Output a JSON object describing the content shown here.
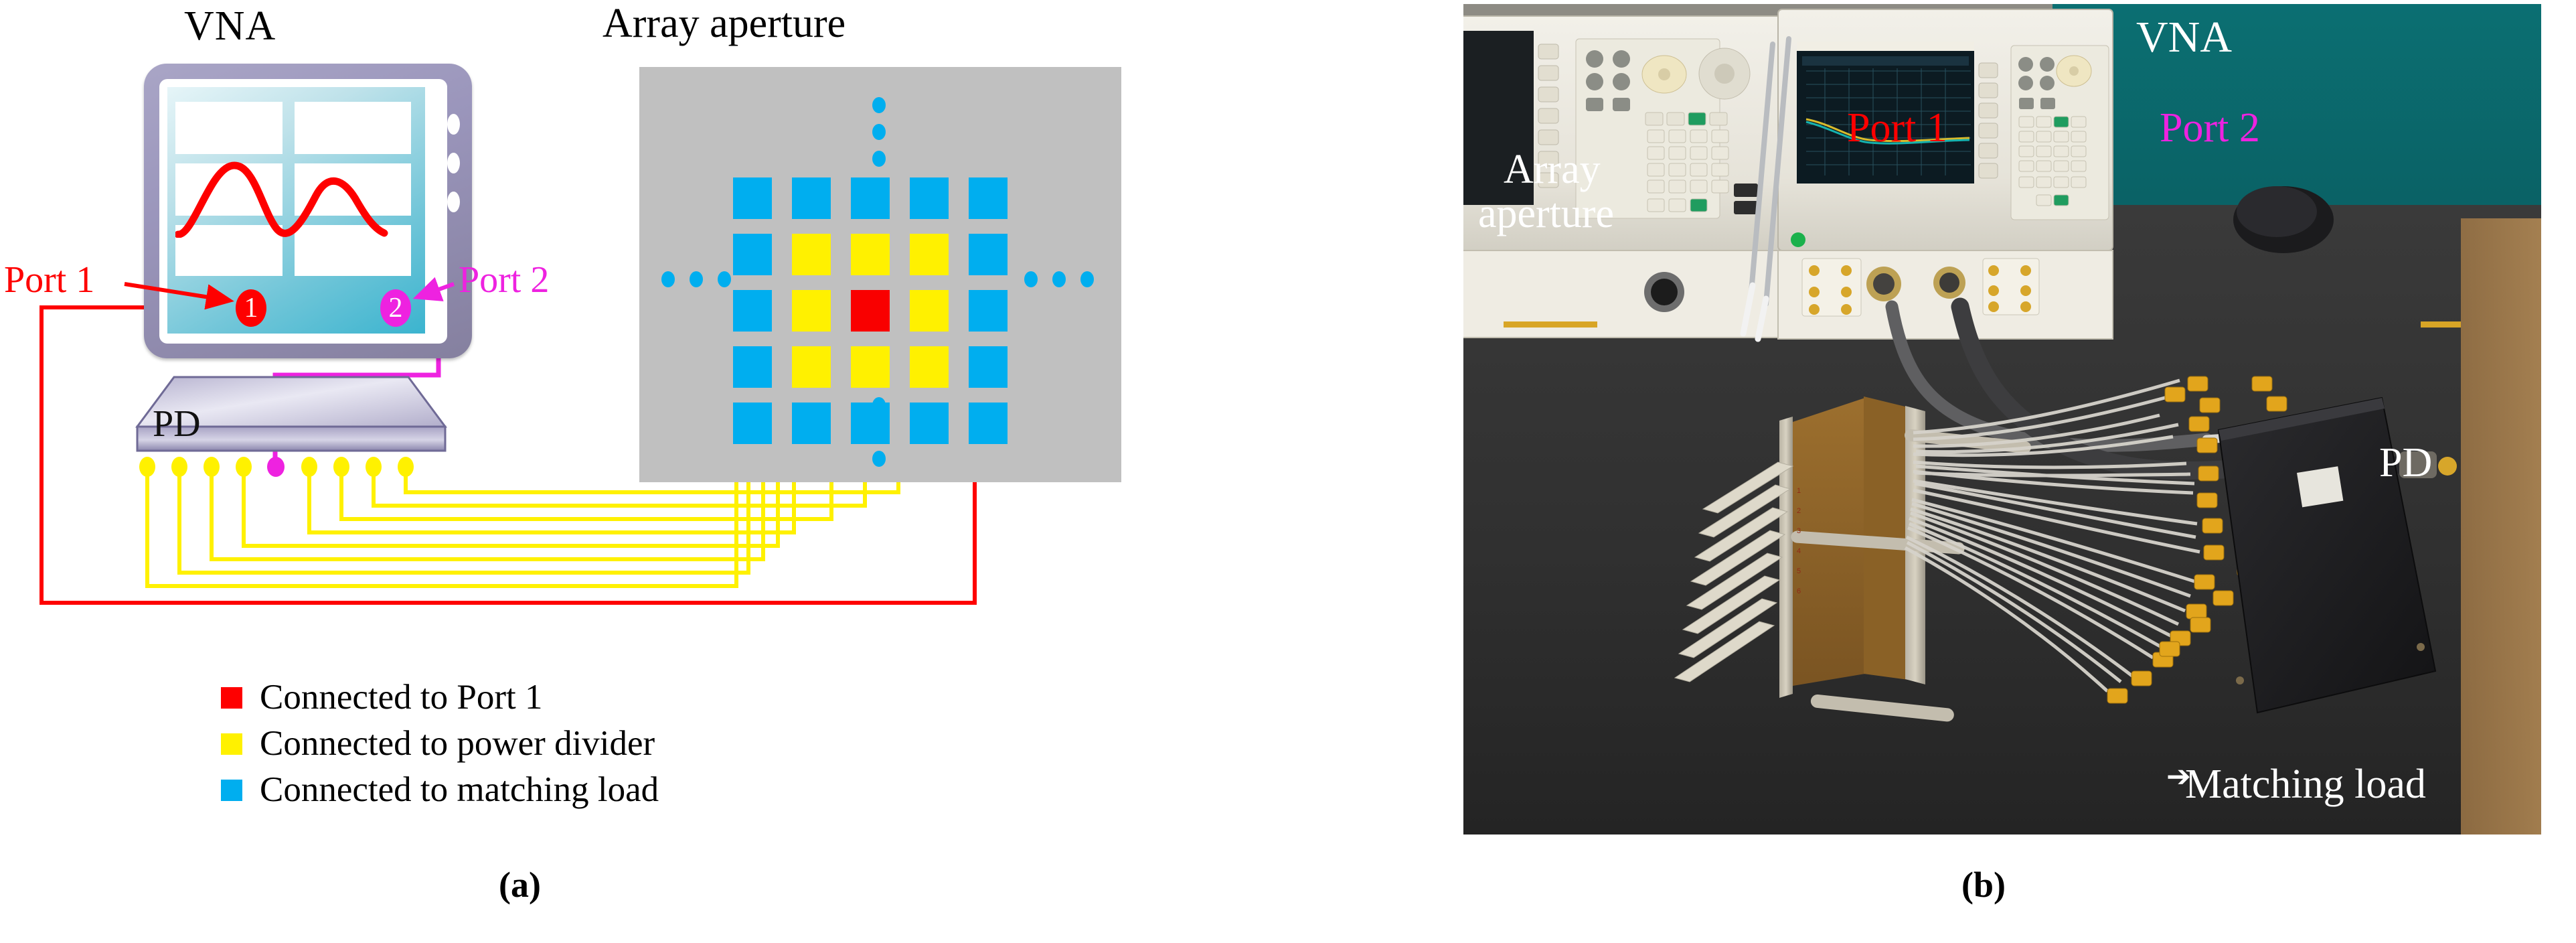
{
  "figure": {
    "caption_a": "(a)",
    "caption_b": "(b)"
  },
  "panel_a": {
    "headings": {
      "vna": "VNA",
      "array_aperture": "Array aperture"
    },
    "vna": {
      "port1_label": "Port 1",
      "port2_label": "Port 2",
      "port1_marker": "1",
      "port2_marker": "2",
      "screen_trace_color": "#fe0000"
    },
    "power_divider": {
      "label": "PD",
      "yellow_port_count": 8,
      "magenta_port_count": 1
    },
    "colors": {
      "port1_red": "#fe0000",
      "port2_magenta": "#ee22e0",
      "power_divider_yellow": "#fff100",
      "matching_load_blue": "#00aeef",
      "aperture_background": "#c0c0c0"
    },
    "legend": [
      {
        "color": "#fe0000",
        "label": "Connected to Port 1"
      },
      {
        "color": "#fff100",
        "label": "Connected to power divider"
      },
      {
        "color": "#00aeef",
        "label": "Connected to matching load"
      }
    ],
    "aperture_grid": {
      "rows": 5,
      "cols": 5,
      "cells": [
        [
          "blue",
          "blue",
          "blue",
          "blue",
          "blue"
        ],
        [
          "blue",
          "yellow",
          "yellow",
          "yellow",
          "blue"
        ],
        [
          "blue",
          "yellow",
          "red",
          "yellow",
          "blue"
        ],
        [
          "blue",
          "yellow",
          "yellow",
          "yellow",
          "blue"
        ],
        [
          "blue",
          "blue",
          "blue",
          "blue",
          "blue"
        ]
      ],
      "ellipsis_top_count": 3,
      "ellipsis_bottom_count": 3,
      "ellipsis_left_count": 3,
      "ellipsis_right_count": 3
    }
  },
  "panel_b": {
    "labels": {
      "vna": "VNA",
      "port1": "Port 1",
      "port2": "Port 2",
      "array_aperture_line1": "Array",
      "array_aperture_line2": "aperture",
      "power_divider": "PD",
      "matching_load": "Matching load"
    }
  }
}
